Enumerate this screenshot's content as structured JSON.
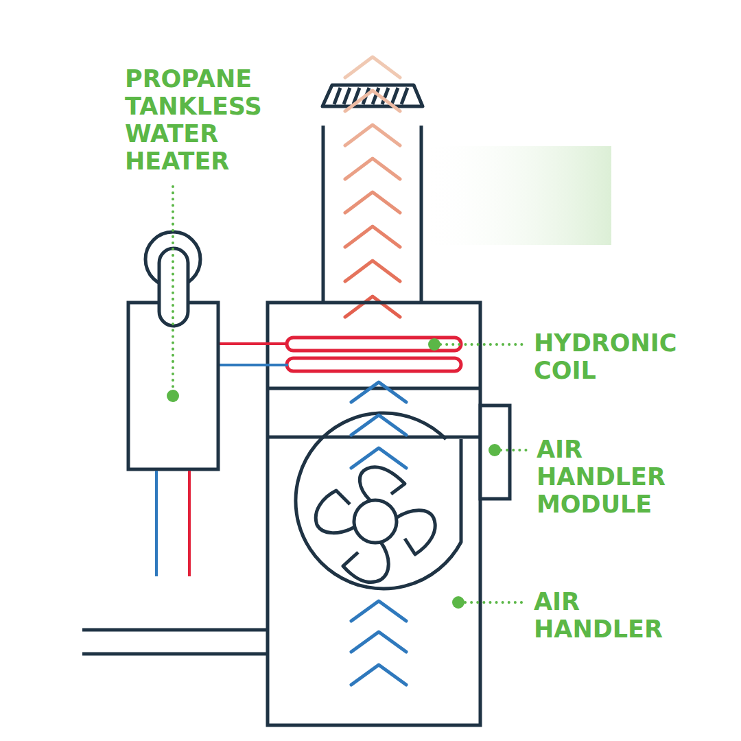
{
  "diagram": {
    "labels": [
      "PROPANE TANKLESS WATER HEATER",
      "HYDRONIC COIL",
      "AIR HANDLER MODULE",
      "AIR HANDLER"
    ]
  }
}
